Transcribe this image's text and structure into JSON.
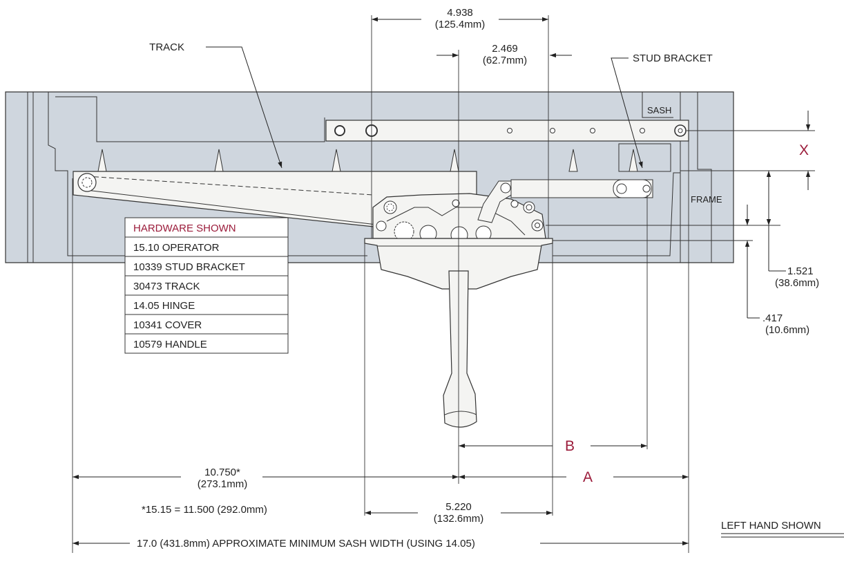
{
  "colors": {
    "profile_fill": "#cfd6de",
    "accent": "#9b1b3a",
    "ink": "#222222",
    "hardware_fill": "#f4f4f2"
  },
  "labels": {
    "track": "TRACK",
    "stud_bracket": "STUD BRACKET",
    "sash": "SASH",
    "frame": "FRAME",
    "x": "X",
    "b": "B",
    "a": "A",
    "left_hand_shown": "LEFT HAND SHOWN"
  },
  "dimensions": {
    "d1": {
      "value": "4.938",
      "metric": "(125.4mm)"
    },
    "d2": {
      "value": "2.469",
      "metric": "(62.7mm)"
    },
    "d3": {
      "value": "1.521",
      "metric": "(38.6mm)"
    },
    "d4": {
      "value": ".417",
      "metric": "(10.6mm)"
    },
    "d5": {
      "value": "10.750*",
      "metric": "(273.1mm)"
    },
    "d6": {
      "value": "5.220",
      "metric": "(132.6mm)"
    },
    "note": "*15.15 = 11.500 (292.0mm)",
    "min_width": "17.0 (431.8mm) APPROXIMATE MINIMUM SASH WIDTH (USING 14.05)"
  },
  "hardware_table": {
    "title": "HARDWARE SHOWN",
    "rows": [
      "15.10 OPERATOR",
      "10339 STUD BRACKET",
      "30473 TRACK",
      "14.05 HINGE",
      "10341 COVER",
      "10579 HANDLE"
    ]
  }
}
